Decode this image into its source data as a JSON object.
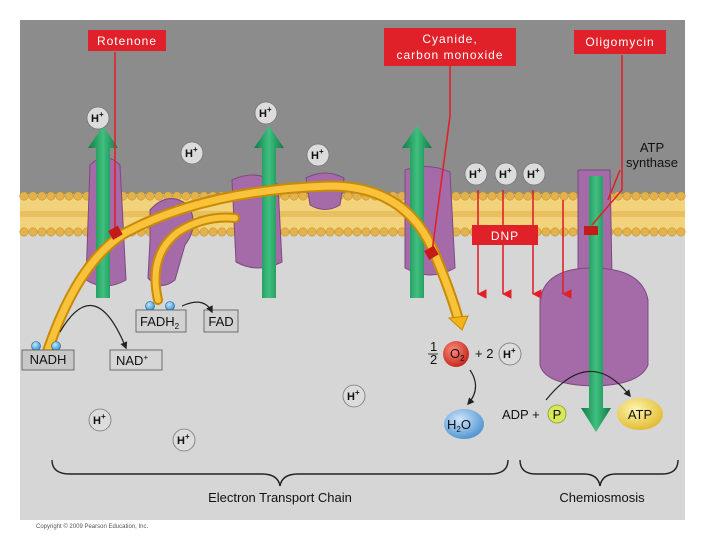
{
  "inhibitors": {
    "rotenone": "Rotenone",
    "cyanide_line1": "Cyanide,",
    "cyanide_line2": "carbon monoxide",
    "oligomycin": "Oligomycin",
    "dnp": "DNP"
  },
  "labels": {
    "atp_synthase_line1": "ATP",
    "atp_synthase_line2": "synthase",
    "fadh2": "FADH",
    "fadh2_sub": "2",
    "fad": "FAD",
    "nadh": "NADH",
    "nad": "NAD",
    "nad_sup": "+",
    "half_num": "1",
    "half_den": "2",
    "o2": "O",
    "o2_sub": "2",
    "plus_two": "+ 2",
    "h": "H",
    "h_sup": "+",
    "h2o_h": "H",
    "h2o_sub": "2",
    "h2o_o": "O",
    "adp_plus": "ADP +",
    "p": "P",
    "atp": "ATP",
    "etc": "Electron Transport Chain",
    "chemiosmosis": "Chemiosmosis",
    "copyright": "Copyright © 2009 Pearson Education, Inc."
  },
  "colors": {
    "background": "#8c8c8c",
    "matrix": "#d6d6d6",
    "membrane": "#f2d27a",
    "protein": "#a56aa8",
    "green_arrow": "#1a9a5a",
    "yellow_arrow": "#f5b31a",
    "red_label": "#e0212a",
    "o2_ball": "#d8352a",
    "h2o_ball": "#5b9fd8",
    "atp_ball": "#f0d63a",
    "p_ball": "#d8e85a"
  }
}
